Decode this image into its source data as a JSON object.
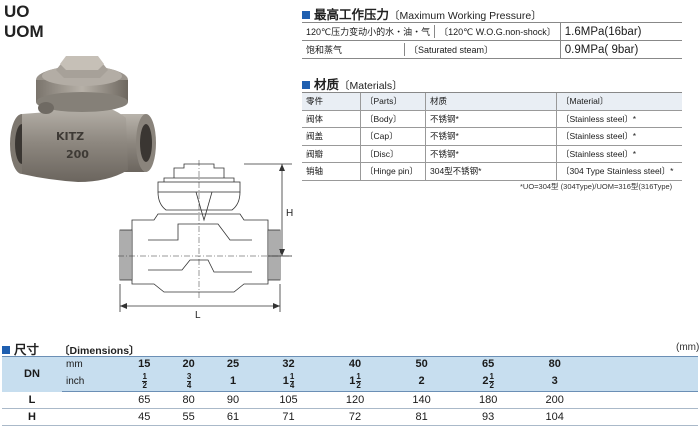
{
  "models": [
    "UO",
    "UOM"
  ],
  "photo_marking": {
    "brand": "KITZ",
    "line2": "200"
  },
  "drawing": {
    "dim_h": "H",
    "dim_l": "L"
  },
  "pressure": {
    "title_cn": "最高工作压力",
    "title_en": "〔Maximum Working Pressure〕",
    "rows": [
      {
        "cn": "120℃压力变动小的水・油・气",
        "en": "〔120℃ W.O.G.non-shock〕",
        "value": "1.6MPa(16bar)"
      },
      {
        "cn": "饱和蒸气",
        "en": "〔Saturated steam〕",
        "value": "0.9MPa( 9bar)"
      }
    ]
  },
  "materials": {
    "title_cn": "材质",
    "title_en": "〔Materials〕",
    "header": {
      "part_cn": "零件",
      "part_en": "〔Parts〕",
      "mat_cn": "材质",
      "mat_en": "〔Material〕"
    },
    "rows": [
      {
        "part_cn": "阀体",
        "part_en": "〔Body〕",
        "mat_cn": "不锈钢*",
        "mat_en": "〔Stainless steel〕*"
      },
      {
        "part_cn": "阀盖",
        "part_en": "〔Cap〕",
        "mat_cn": "不锈钢*",
        "mat_en": "〔Stainless steel〕*"
      },
      {
        "part_cn": "阀瓣",
        "part_en": "〔Disc〕",
        "mat_cn": "不锈钢*",
        "mat_en": "〔Stainless steel〕*"
      },
      {
        "part_cn": "销轴",
        "part_en": "〔Hinge pin〕",
        "mat_cn": "304型不锈钢*",
        "mat_en": "〔304 Type Stainless steel〕*"
      }
    ],
    "note": "*UO=304型 (304Type)/UOM=316型(316Type)"
  },
  "dimensions": {
    "title_cn": "尺寸",
    "title_en": "〔Dimensions〕",
    "unit": "(mm)",
    "dn_label": "DN",
    "mm_label": "mm",
    "inch_label": "inch",
    "mm": [
      "15",
      "20",
      "25",
      "32",
      "40",
      "50",
      "65",
      "80"
    ],
    "inch": [
      {
        "w": "",
        "n": "1",
        "d": "2"
      },
      {
        "w": "",
        "n": "3",
        "d": "4"
      },
      {
        "w": "1",
        "n": "",
        "d": ""
      },
      {
        "w": "1",
        "n": "1",
        "d": "4"
      },
      {
        "w": "1",
        "n": "1",
        "d": "2"
      },
      {
        "w": "2",
        "n": "",
        "d": ""
      },
      {
        "w": "2",
        "n": "1",
        "d": "2"
      },
      {
        "w": "3",
        "n": "",
        "d": ""
      }
    ],
    "rows": [
      {
        "label": "L",
        "values": [
          "65",
          "80",
          "90",
          "105",
          "120",
          "140",
          "180",
          "200"
        ]
      },
      {
        "label": "H",
        "values": [
          "45",
          "55",
          "61",
          "71",
          "72",
          "81",
          "93",
          "104"
        ]
      }
    ]
  }
}
